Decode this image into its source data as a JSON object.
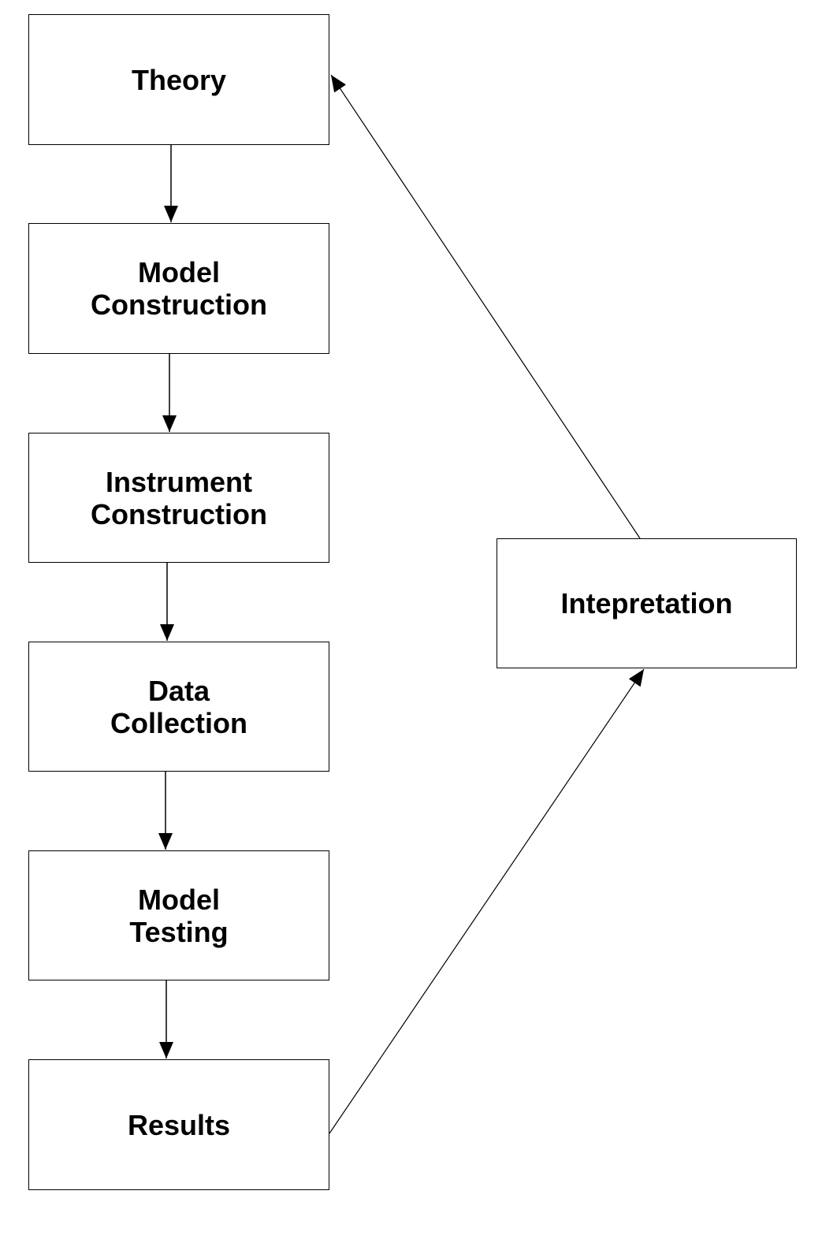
{
  "diagram": {
    "nodes": [
      {
        "id": "theory",
        "label": "Theory"
      },
      {
        "id": "model_construction",
        "label": "Model\nConstruction"
      },
      {
        "id": "instrument_construction",
        "label": "Instrument\nConstruction"
      },
      {
        "id": "data_collection",
        "label": "Data\nCollection"
      },
      {
        "id": "model_testing",
        "label": "Model\nTesting"
      },
      {
        "id": "results",
        "label": "Results"
      },
      {
        "id": "interpretation",
        "label": "Intepretation"
      }
    ],
    "edges": [
      {
        "from": "theory",
        "to": "model_construction"
      },
      {
        "from": "model_construction",
        "to": "instrument_construction"
      },
      {
        "from": "instrument_construction",
        "to": "data_collection"
      },
      {
        "from": "data_collection",
        "to": "model_testing"
      },
      {
        "from": "model_testing",
        "to": "results"
      },
      {
        "from": "results",
        "to": "interpretation"
      },
      {
        "from": "interpretation",
        "to": "theory"
      }
    ],
    "colors": {
      "line": "#000000",
      "box_border": "#000000",
      "background": "#ffffff",
      "text": "#000000"
    }
  }
}
